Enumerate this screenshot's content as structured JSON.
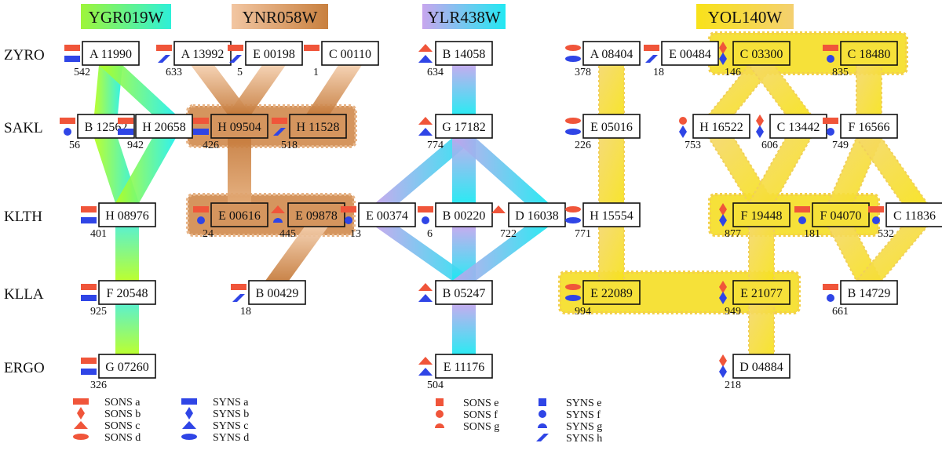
{
  "colors": {
    "sons": "#f0553a",
    "syns": "#2f45e6",
    "ygr_lime": "#b0ff20",
    "ygr_cyan": "#20f2f0",
    "ynr": "#c8803f",
    "ynr_light": "#f3c9a6",
    "ylr_cyan": "#22e6f2",
    "ylr_lilac": "#bba8ee",
    "yol": "#f6de20",
    "yol_light": "#f7d060"
  },
  "species": [
    {
      "id": "zyro",
      "label": "ZYRO"
    },
    {
      "id": "sakl",
      "label": "SAKL"
    },
    {
      "id": "klth",
      "label": "KLTH"
    },
    {
      "id": "klla",
      "label": "KLLA"
    },
    {
      "id": "ergo",
      "label": "ERGO"
    }
  ],
  "families": [
    {
      "id": "ygr",
      "label": "YGR019W",
      "color": "#a8f52c"
    },
    {
      "id": "ynr",
      "label": "YNR058W",
      "color": "#cf8a4e"
    },
    {
      "id": "ylr",
      "label": "YLR438W",
      "color": "#9fdcf4"
    },
    {
      "id": "yol",
      "label": "YOL140W",
      "color": "#f4d750"
    }
  ],
  "genes": [
    {
      "id": "ygr_zyro",
      "label": "A 11990",
      "num": "542",
      "sons": "rect",
      "syns": "rect"
    },
    {
      "id": "ygr_sakl1",
      "label": "B 12562",
      "num": "56",
      "sons": "rect",
      "syns": "circle"
    },
    {
      "id": "ygr_sakl2",
      "label": "H 20658",
      "num": "942",
      "sons": "rect",
      "syns": "rect"
    },
    {
      "id": "ygr_klth",
      "label": "H 08976",
      "num": "401",
      "sons": "rect",
      "syns": "rect"
    },
    {
      "id": "ygr_klla",
      "label": "F 20548",
      "num": "925",
      "sons": "rect",
      "syns": "rect"
    },
    {
      "id": "ygr_ergo",
      "label": "G 07260",
      "num": "326",
      "sons": "rect",
      "syns": "rect"
    },
    {
      "id": "ynr_zyro1",
      "label": "A 13992",
      "num": "633",
      "sons": "rect",
      "syns": "slash"
    },
    {
      "id": "ynr_zyro2",
      "label": "E 00198",
      "num": "5",
      "sons": "rect",
      "syns": "slash"
    },
    {
      "id": "ynr_zyro3",
      "label": "C 00110",
      "num": "1",
      "sons": "rect",
      "syns": ""
    },
    {
      "id": "ynr_sakl1",
      "label": "H 09504",
      "num": "426",
      "sons": "rect",
      "syns": "rect"
    },
    {
      "id": "ynr_sakl2",
      "label": "H 11528",
      "num": "518",
      "sons": "rect",
      "syns": "slash"
    },
    {
      "id": "ynr_klth1",
      "label": "E 00616",
      "num": "24",
      "sons": "rect",
      "syns": "circle"
    },
    {
      "id": "ynr_klth2",
      "label": "E 09878",
      "num": "445",
      "sons": "tri",
      "syns": "halfdisc"
    },
    {
      "id": "ynr_klla",
      "label": "B 00429",
      "num": "18",
      "sons": "rect",
      "syns": "slash"
    },
    {
      "id": "ylr_zyro",
      "label": "B 14058",
      "num": "634",
      "sons": "tri",
      "syns": "tri"
    },
    {
      "id": "ylr_sakl",
      "label": "G 17182",
      "num": "774",
      "sons": "tri",
      "syns": "tri"
    },
    {
      "id": "ylr_klth1",
      "label": "E 00374",
      "num": "13",
      "sons": "rect",
      "syns": "circle"
    },
    {
      "id": "ylr_klth2",
      "label": "B 00220",
      "num": "6",
      "sons": "rect",
      "syns": "circle"
    },
    {
      "id": "ylr_klth3",
      "label": "D 16038",
      "num": "722",
      "sons": "tri",
      "syns": ""
    },
    {
      "id": "ylr_klla",
      "label": "B 05247",
      "num": "",
      "sons": "tri",
      "syns": "tri"
    },
    {
      "id": "ylr_ergo",
      "label": "E 11176",
      "num": "504",
      "sons": "tri",
      "syns": "tri"
    },
    {
      "id": "yol_zyro1",
      "label": "A 08404",
      "num": "378",
      "sons": "ellipse",
      "syns": "ellipse"
    },
    {
      "id": "yol_zyro2",
      "label": "E 00484",
      "num": "18",
      "sons": "rect",
      "syns": "slash"
    },
    {
      "id": "yol_zyro3",
      "label": "C 03300",
      "num": "146",
      "sons": "diamond",
      "syns": "diamond"
    },
    {
      "id": "yol_zyro4",
      "label": "C 18480",
      "num": "835",
      "sons": "rect",
      "syns": "circle"
    },
    {
      "id": "yol_sakl1",
      "label": "E 05016",
      "num": "226",
      "sons": "ellipse",
      "syns": "ellipse"
    },
    {
      "id": "yol_sakl2",
      "label": "H 16522",
      "num": "753",
      "sons": "circle",
      "syns": "diamond"
    },
    {
      "id": "yol_sakl3",
      "label": "C 13442",
      "num": "606",
      "sons": "diamond",
      "syns": "diamond"
    },
    {
      "id": "yol_sakl4",
      "label": "F 16566",
      "num": "749",
      "sons": "rect",
      "syns": "circle"
    },
    {
      "id": "yol_klth1",
      "label": "H 15554",
      "num": "771",
      "sons": "ellipse",
      "syns": "ellipse"
    },
    {
      "id": "yol_klth2",
      "label": "F 19448",
      "num": "877",
      "sons": "diamond",
      "syns": "diamond"
    },
    {
      "id": "yol_klth3",
      "label": "F 04070",
      "num": "181",
      "sons": "rect",
      "syns": "circle"
    },
    {
      "id": "yol_klth4",
      "label": "C 11836",
      "num": "532",
      "sons": "rect",
      "syns": "circle"
    },
    {
      "id": "yol_klla1",
      "label": "E 22089",
      "num": "994",
      "sons": "ellipse",
      "syns": "ellipse"
    },
    {
      "id": "yol_klla2",
      "label": "E 21077",
      "num": "949",
      "sons": "diamond",
      "syns": "diamond"
    },
    {
      "id": "yol_klla3",
      "label": "B 14729",
      "num": "661",
      "sons": "rect",
      "syns": "circle"
    },
    {
      "id": "yol_ergo",
      "label": "D 04884",
      "num": "218",
      "sons": "diamond",
      "syns": "diamond"
    }
  ],
  "links": [
    {
      "from": "ygr_zyro",
      "to": "ygr_sakl1"
    },
    {
      "from": "ygr_zyro",
      "to": "ygr_sakl2"
    },
    {
      "from": "ygr_sakl1",
      "to": "ygr_klth"
    },
    {
      "from": "ygr_sakl2",
      "to": "ygr_klth"
    },
    {
      "from": "ygr_klth",
      "to": "ygr_klla"
    },
    {
      "from": "ygr_klla",
      "to": "ygr_ergo"
    },
    {
      "from": "ynr_zyro1",
      "to": "ynr_sakl1"
    },
    {
      "from": "ynr_zyro2",
      "to": "ynr_sakl1"
    },
    {
      "from": "ynr_zyro3",
      "to": "ynr_sakl2"
    },
    {
      "from": "ynr_sakl1",
      "to": "ynr_klth1"
    },
    {
      "from": "ynr_klth2",
      "to": "ynr_klla"
    },
    {
      "from": "ylr_zyro",
      "to": "ylr_sakl"
    },
    {
      "from": "ylr_sakl",
      "to": "ylr_klth1"
    },
    {
      "from": "ylr_sakl",
      "to": "ylr_klth2"
    },
    {
      "from": "ylr_sakl",
      "to": "ylr_klth3"
    },
    {
      "from": "ylr_klth1",
      "to": "ylr_klla"
    },
    {
      "from": "ylr_klth2",
      "to": "ylr_klla"
    },
    {
      "from": "ylr_klth3",
      "to": "ylr_klla"
    },
    {
      "from": "ylr_klla",
      "to": "ylr_ergo"
    },
    {
      "from": "yol_zyro1",
      "to": "yol_sakl1"
    },
    {
      "from": "yol_sakl1",
      "to": "yol_klth1"
    },
    {
      "from": "yol_klth1",
      "to": "yol_klla1"
    },
    {
      "from": "yol_zyro3",
      "to": "yol_sakl2"
    },
    {
      "from": "yol_zyro3",
      "to": "yol_sakl3"
    },
    {
      "from": "yol_zyro4",
      "to": "yol_sakl4"
    },
    {
      "from": "yol_sakl2",
      "to": "yol_klth2"
    },
    {
      "from": "yol_sakl3",
      "to": "yol_klth2"
    },
    {
      "from": "yol_sakl4",
      "to": "yol_klth3"
    },
    {
      "from": "yol_sakl4",
      "to": "yol_klth4"
    },
    {
      "from": "yol_klth2",
      "to": "yol_klla2"
    },
    {
      "from": "yol_klth3",
      "to": "yol_klla3"
    },
    {
      "from": "yol_klth4",
      "to": "yol_klla3"
    },
    {
      "from": "yol_klla2",
      "to": "yol_ergo"
    }
  ],
  "groups": [
    {
      "family": "ynr",
      "members": [
        "ynr_sakl1",
        "ynr_sakl2"
      ]
    },
    {
      "family": "ynr",
      "members": [
        "ynr_klth1",
        "ynr_klth2"
      ]
    },
    {
      "family": "yol",
      "members": [
        "yol_zyro3",
        "yol_zyro4"
      ]
    },
    {
      "family": "yol",
      "members": [
        "yol_klth2",
        "yol_klth3"
      ]
    },
    {
      "family": "yol",
      "members": [
        "yol_klla1",
        "yol_klla2"
      ]
    }
  ],
  "legend": {
    "sons_left": [
      {
        "shape": "rect",
        "label": "SONS a"
      },
      {
        "shape": "diamond",
        "label": "SONS b"
      },
      {
        "shape": "tri",
        "label": "SONS c"
      },
      {
        "shape": "ellipse",
        "label": "SONS d"
      }
    ],
    "syns_left": [
      {
        "shape": "rect",
        "label": "SYNS a"
      },
      {
        "shape": "diamond",
        "label": "SYNS b"
      },
      {
        "shape": "tri",
        "label": "SYNS c"
      },
      {
        "shape": "ellipse",
        "label": "SYNS d"
      }
    ],
    "sons_right": [
      {
        "shape": "square",
        "label": "SONS e"
      },
      {
        "shape": "circle",
        "label": "SONS f"
      },
      {
        "shape": "halfdisc",
        "label": "SONS g"
      }
    ],
    "syns_right": [
      {
        "shape": "square",
        "label": "SYNS e"
      },
      {
        "shape": "circle",
        "label": "SYNS f"
      },
      {
        "shape": "halfdisc",
        "label": "SYNS g"
      },
      {
        "shape": "slash",
        "label": "SYNS h"
      }
    ]
  }
}
